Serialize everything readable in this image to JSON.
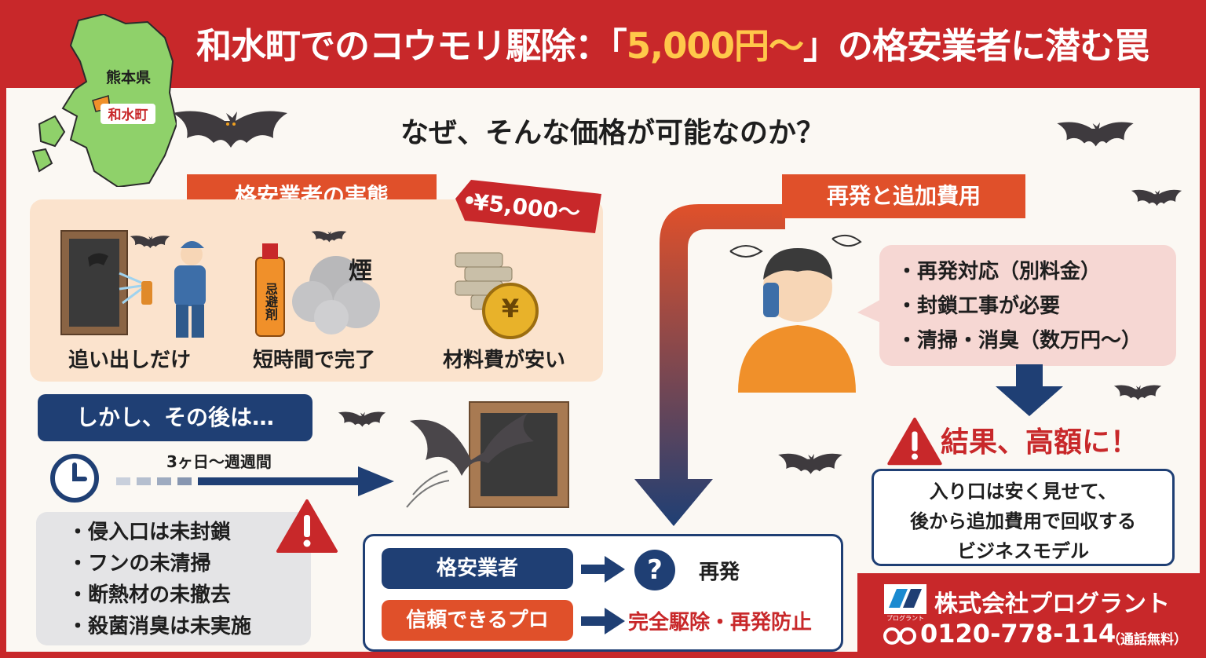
{
  "header": {
    "title_pre": "和水町でのコウモリ駆除：「",
    "title_price": "5,000円〜",
    "title_post": "」の格安業者に潜む罠"
  },
  "map": {
    "prefecture": "熊本県",
    "town": "和水町"
  },
  "subtitle": "なぜ、そんな価格が可能なのか？",
  "left_section": {
    "ribbon": "格安業者の実態",
    "price_tag": "¥5,000〜",
    "items": [
      {
        "label": "追い出しだけ",
        "icon": "worker-spray-icon"
      },
      {
        "label": "短時間で完了",
        "icon": "repellent-smoke-icon",
        "can_text": "忌避剤",
        "smoke_text": "煙"
      },
      {
        "label": "材料費が安い",
        "icon": "cheap-materials-yen-icon",
        "coin_text": "¥"
      }
    ]
  },
  "after": {
    "pill": "しかし、その後は…",
    "timeline": "3ヶ日〜週週間",
    "bullets": [
      "・侵入口は未封鎖",
      "・フンの未清掃",
      "・断熱材の未撤去",
      "・殺菌消臭は未実施"
    ]
  },
  "right_section": {
    "ribbon": "再発と追加費用",
    "bullets": [
      "・再発対応（別料金）",
      "・封鎖工事が必要",
      "・清掃・消臭（数万円〜）"
    ],
    "result": "結果、高額に！",
    "model_lines": [
      "入り口は安く見せて、",
      "後から追加費用で回収する",
      "ビジネスモデル"
    ]
  },
  "compare": {
    "cheap_label": "格安業者",
    "cheap_result": "再発",
    "question_mark": "?",
    "pro_label": "信頼できるプロ",
    "pro_result": "完全駆除・再発防止"
  },
  "footer": {
    "company": "株式会社プログラント",
    "logo_text": "プログラント",
    "phone": "0120-778-114",
    "phone_note": "（通話無料）"
  },
  "colors": {
    "brand_red": "#c8282a",
    "accent_orange": "#e0502a",
    "navy": "#1f3f74",
    "highlight_yellow": "#ffc84a",
    "cream": "#fbf8f3"
  }
}
